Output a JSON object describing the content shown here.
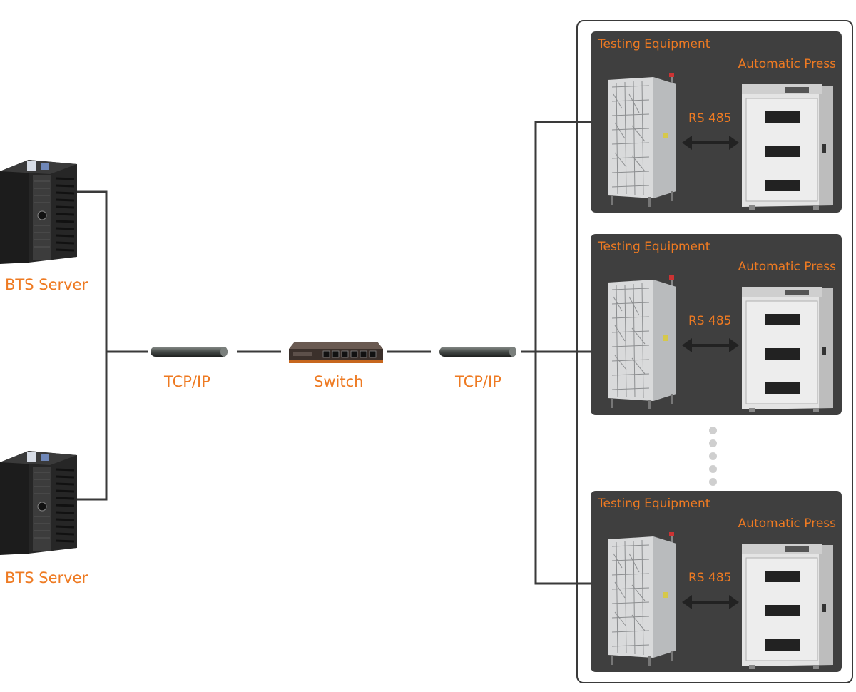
{
  "servers": [
    {
      "label": "BTS Server"
    },
    {
      "label": "BTS Server"
    }
  ],
  "links": {
    "left_label": "TCP/IP",
    "switch_label": "Switch",
    "right_label": "TCP/IP"
  },
  "stations": [
    {
      "equipment_label": "Testing Equipment",
      "press_label": "Automatic Press",
      "protocol_label": "RS 485"
    },
    {
      "equipment_label": "Testing Equipment",
      "press_label": "Automatic Press",
      "protocol_label": "RS 485"
    },
    {
      "equipment_label": "Testing Equipment",
      "press_label": "Automatic Press",
      "protocol_label": "RS 485"
    }
  ],
  "colors": {
    "label": "#ee7a22",
    "station_panel": "#3f3f3f",
    "wire": "#3a3a3a",
    "ellipsis_dots": "#cfcfcf"
  }
}
